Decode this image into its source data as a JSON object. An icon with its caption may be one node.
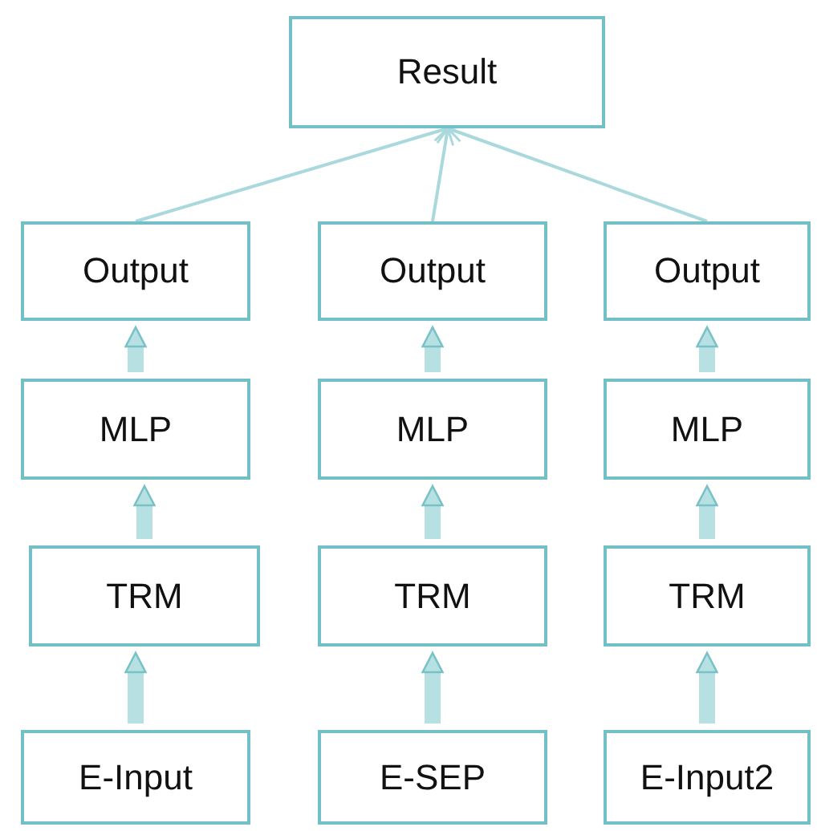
{
  "diagram": {
    "nodes": [
      {
        "text": [
          "Result"
        ]
      },
      {
        "text": [
          "Output"
        ]
      },
      {
        "text": [
          "Output"
        ]
      },
      {
        "text": [
          "Output"
        ]
      },
      {
        "text": [
          "MLP"
        ]
      },
      {
        "text": [
          "MLP"
        ]
      },
      {
        "text": [
          "MLP"
        ]
      },
      {
        "text": [
          "TRM"
        ]
      },
      {
        "text": [
          "TRM"
        ]
      },
      {
        "text": [
          "TRM"
        ]
      },
      {
        "text": [
          "E-Input"
        ]
      },
      {
        "text": [
          "E-SEP"
        ]
      },
      {
        "text": [
          "E-Input2"
        ]
      }
    ],
    "edges": [
      {
        "from": 1,
        "to": 0,
        "arrow": "to"
      },
      {
        "from": 2,
        "to": 0,
        "arrow": "to"
      },
      {
        "from": 3,
        "to": 0,
        "arrow": "to"
      },
      {
        "from": 4,
        "to": 1,
        "arrow": "to"
      },
      {
        "from": 5,
        "to": 2,
        "arrow": "to"
      },
      {
        "from": 6,
        "to": 3,
        "arrow": "to"
      },
      {
        "from": 7,
        "to": 4,
        "arrow": "to"
      },
      {
        "from": 8,
        "to": 5,
        "arrow": "to"
      },
      {
        "from": 9,
        "to": 6,
        "arrow": "to"
      },
      {
        "from": 10,
        "to": 7,
        "arrow": "to"
      },
      {
        "from": 11,
        "to": 8,
        "arrow": "to"
      },
      {
        "from": 12,
        "to": 9,
        "arrow": "to"
      }
    ]
  }
}
